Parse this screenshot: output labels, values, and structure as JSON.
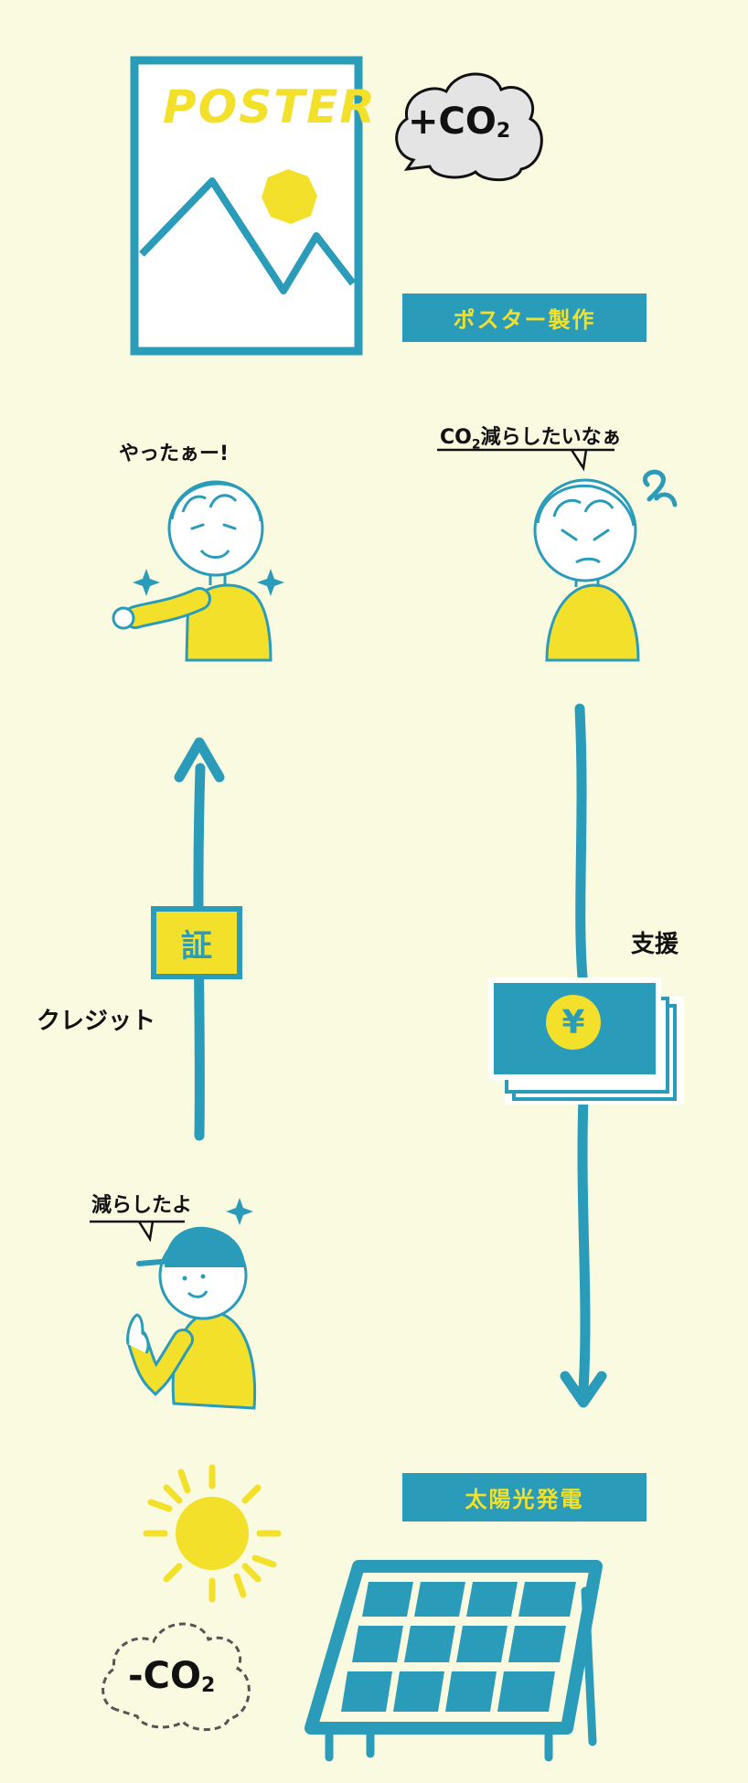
{
  "poster": {
    "title": "POSTER"
  },
  "cloud_plus": {
    "sign": "+",
    "co": "CO",
    "sub": "2"
  },
  "cloud_minus": {
    "sign": "-",
    "co": "CO",
    "sub": "2"
  },
  "label_poster": "ポスター製作",
  "label_solar": "太陽光発電",
  "speech_happy": "やったぁー!",
  "speech_worried": {
    "pre": "CO",
    "sub": "2",
    "post": "減らしたいなぁ"
  },
  "speech_worker": "減らしたよ",
  "certificate": "証",
  "yen": "¥",
  "caption_credit": "クレジット",
  "caption_support": "支援",
  "colors": {
    "teal": "#2a9cb9",
    "yellow": "#f2e02a",
    "background": "#fafae0"
  }
}
